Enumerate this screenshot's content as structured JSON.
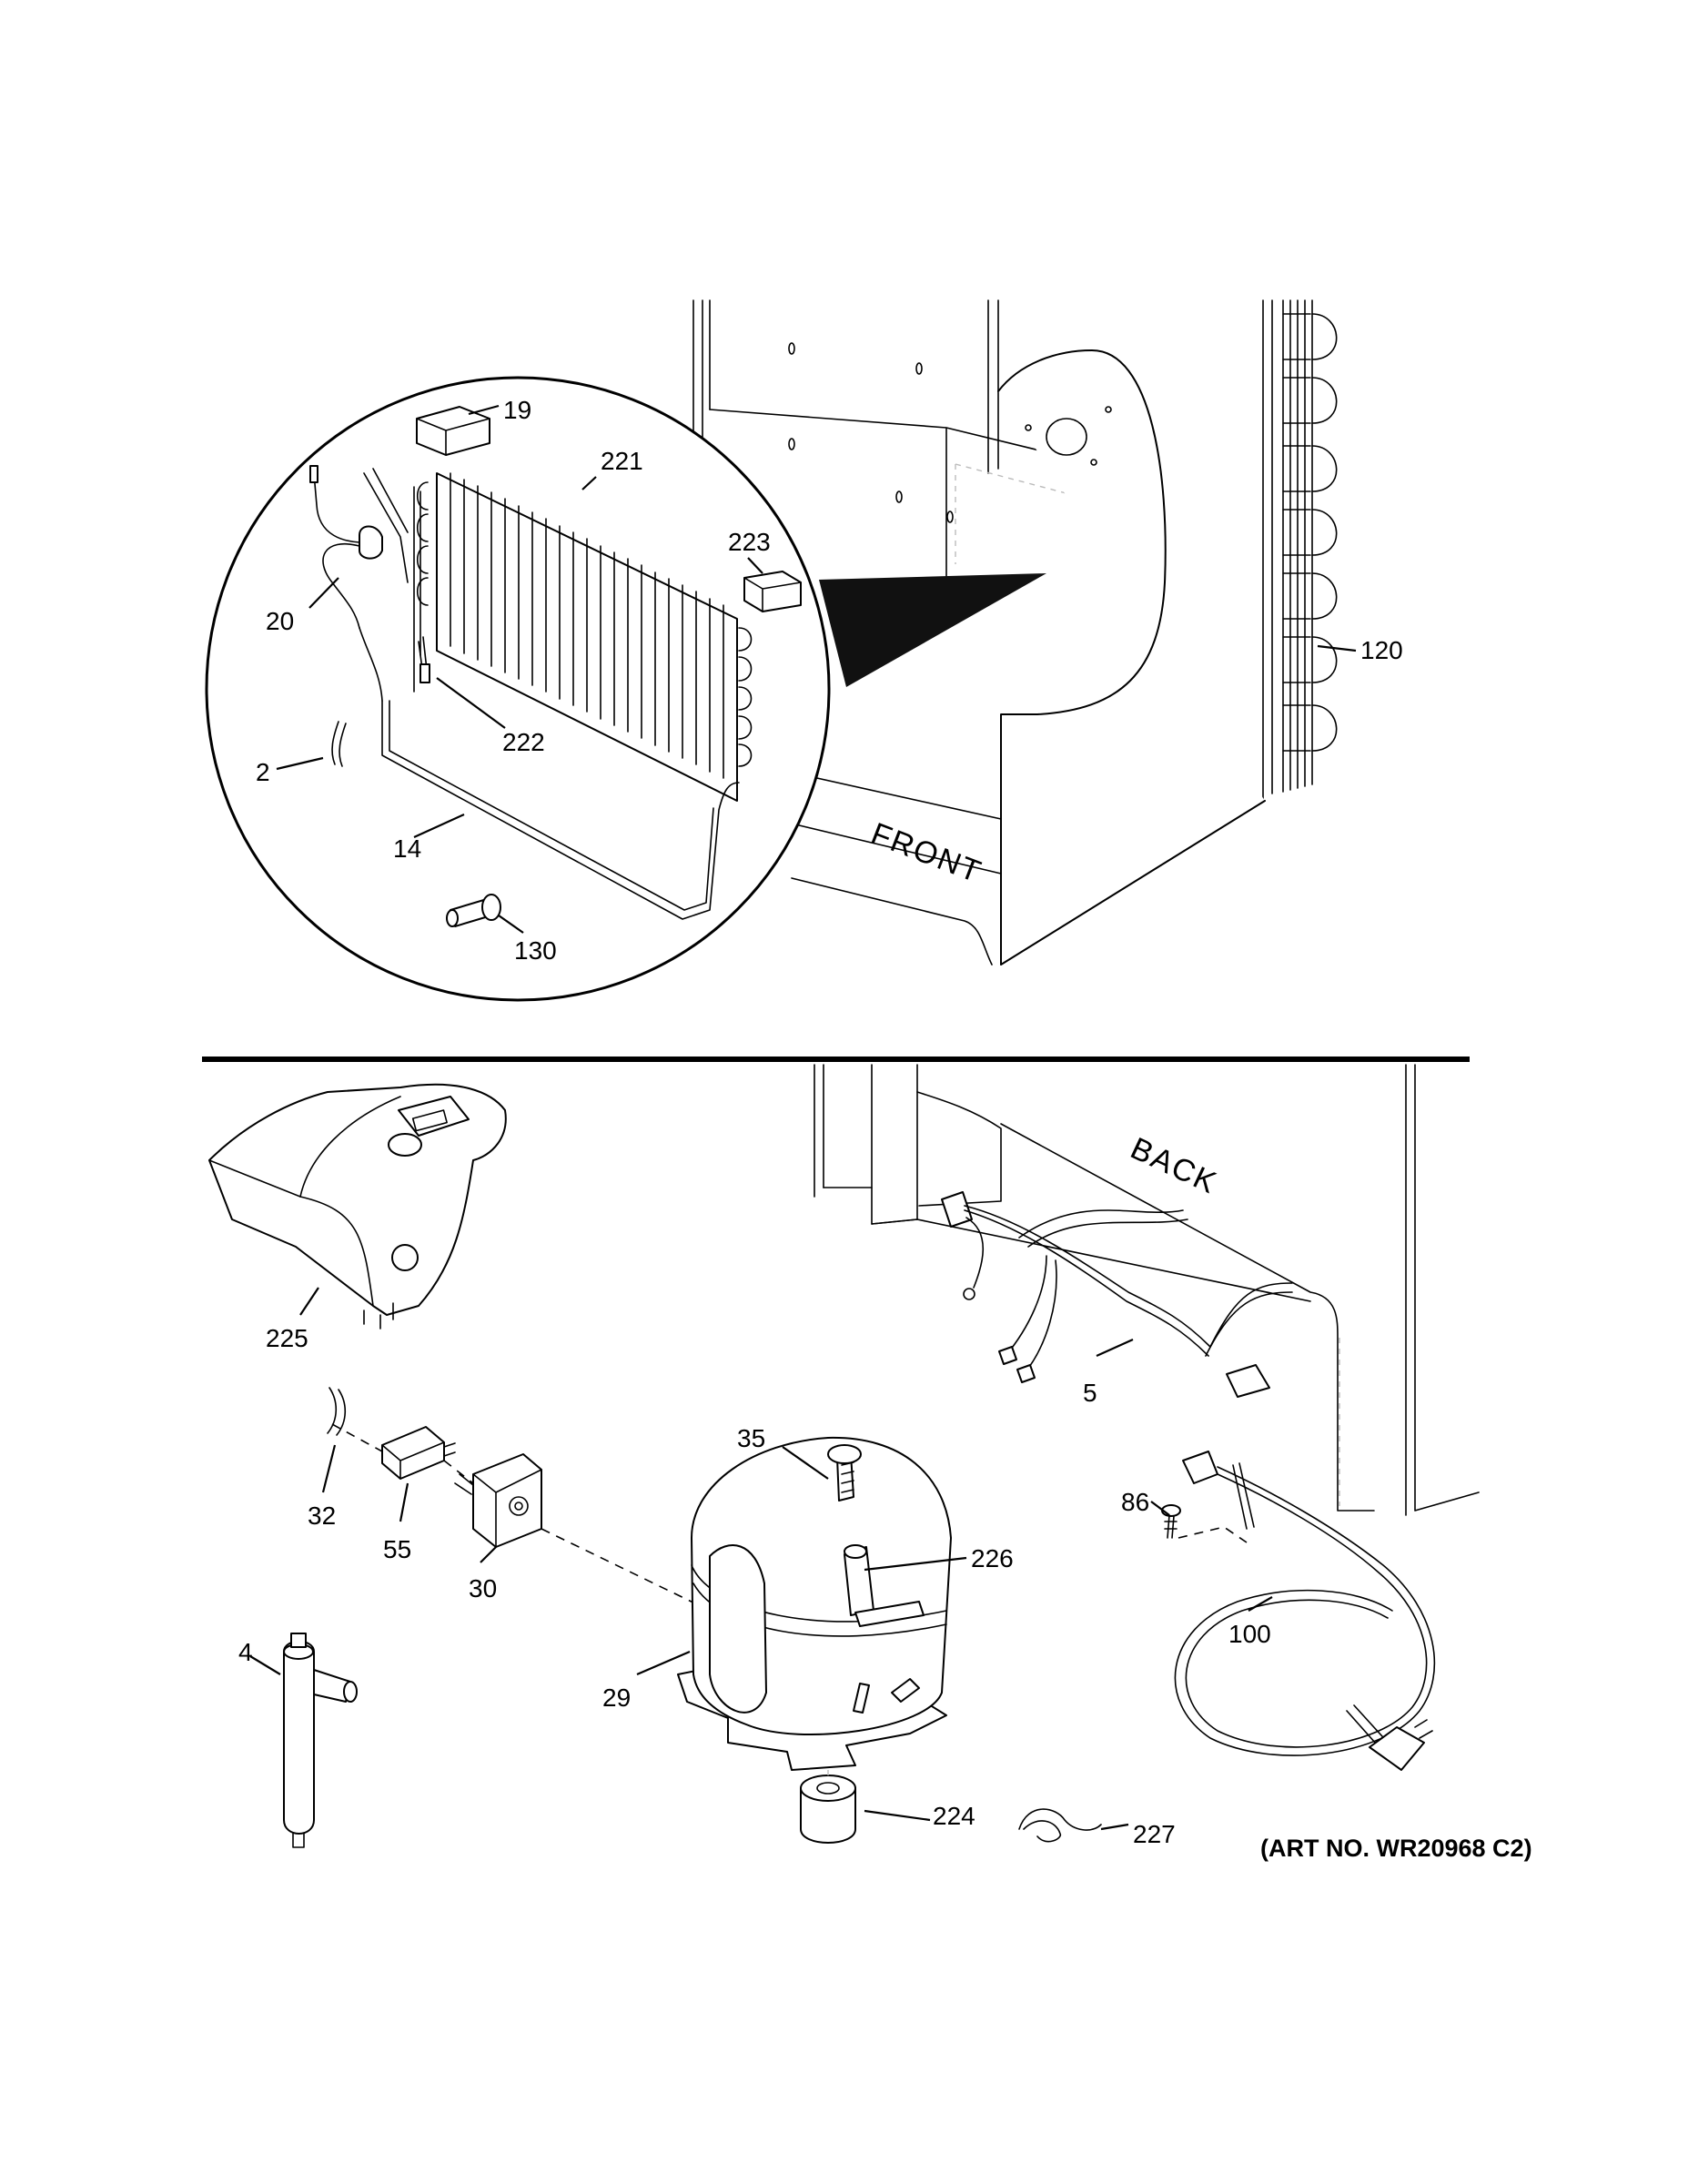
{
  "labels": {
    "p19": "19",
    "p221": "221",
    "p223": "223",
    "p20": "20",
    "p222": "222",
    "p2": "2",
    "p14": "14",
    "p130": "130",
    "p120": "120",
    "p225": "225",
    "p5": "5",
    "p35": "35",
    "p226": "226",
    "p32": "32",
    "p55": "55",
    "p30": "30",
    "p86": "86",
    "p100": "100",
    "p4": "4",
    "p29": "29",
    "p224": "224",
    "p227": "227"
  },
  "cabinet": {
    "front_text": "FRONT",
    "back_text": "BACK"
  },
  "art_number": "(ART NO. WR20968 C2)"
}
